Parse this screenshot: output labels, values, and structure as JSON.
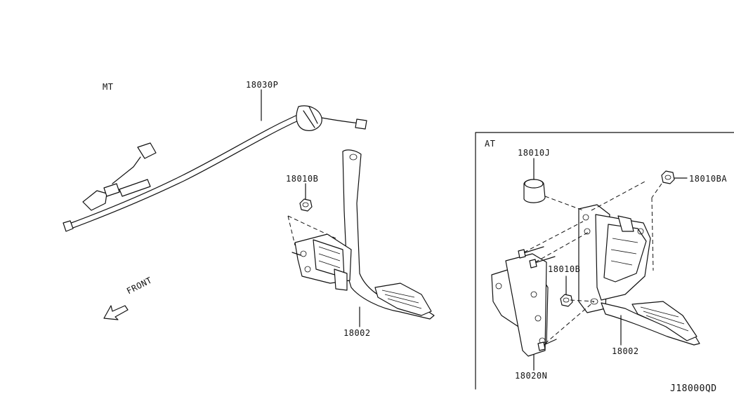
{
  "sections": {
    "mt": {
      "label": "MT"
    },
    "at": {
      "label": "AT"
    }
  },
  "parts": {
    "cable": "18030P",
    "nut_mt": "18010B",
    "pedal_mt": "18002",
    "cap_at": "18010J",
    "nut_at_1": "18010BA",
    "nut_at_2": "18010B",
    "pedal_at": "18002",
    "bracket_at": "18020N"
  },
  "direction": {
    "label": "FRONT"
  },
  "diagram_code": "J18000QD"
}
